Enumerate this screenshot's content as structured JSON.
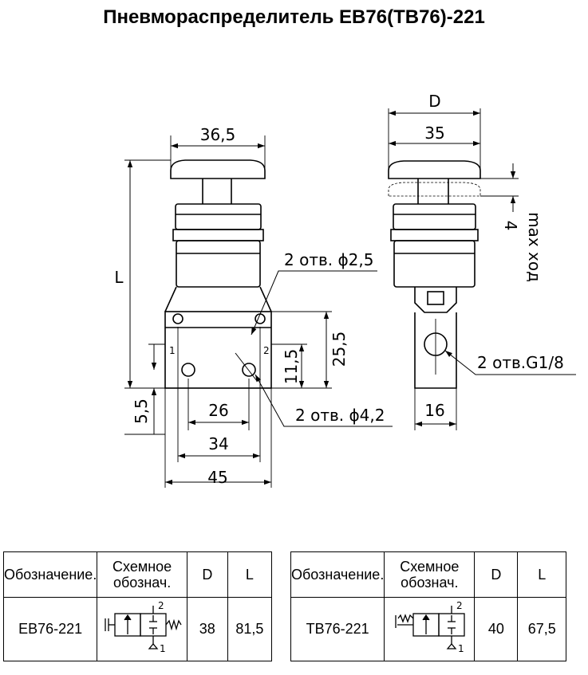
{
  "title": "Пневмораспределитель ЕВ76(ТВ76)-221",
  "front_view": {
    "width_top": "36,5",
    "length": "L",
    "hole_small": "2 отв. ϕ2,5",
    "height_body": "25,5",
    "height_port": "11,5",
    "port_1": "1",
    "port_2": "2",
    "offset_bottom": "5,5",
    "pitch_ports": "26",
    "pitch_holes": "34",
    "base_width": "45",
    "hole_large": "2 отв. ϕ4,2"
  },
  "side_view": {
    "diameter": "D",
    "head_width": "35",
    "stroke_value": "4",
    "stroke_label": "max ход",
    "thread_holes": "2 отв.G1/8",
    "base_width": "16"
  },
  "tables": [
    {
      "headers": [
        "Обозначение.",
        "Схемное обознач.",
        "D",
        "L"
      ],
      "row": {
        "designation": "ЕВ76-221",
        "D": "38",
        "L": "81,5"
      },
      "symbol_port_top": "2",
      "symbol_port_bottom": "1"
    },
    {
      "headers": [
        "Обозначение.",
        "Схемное обознач.",
        "D",
        "L"
      ],
      "row": {
        "designation": "ТВ76-221",
        "D": "40",
        "L": "67,5"
      },
      "symbol_port_top": "2",
      "symbol_port_bottom": "1"
    }
  ]
}
